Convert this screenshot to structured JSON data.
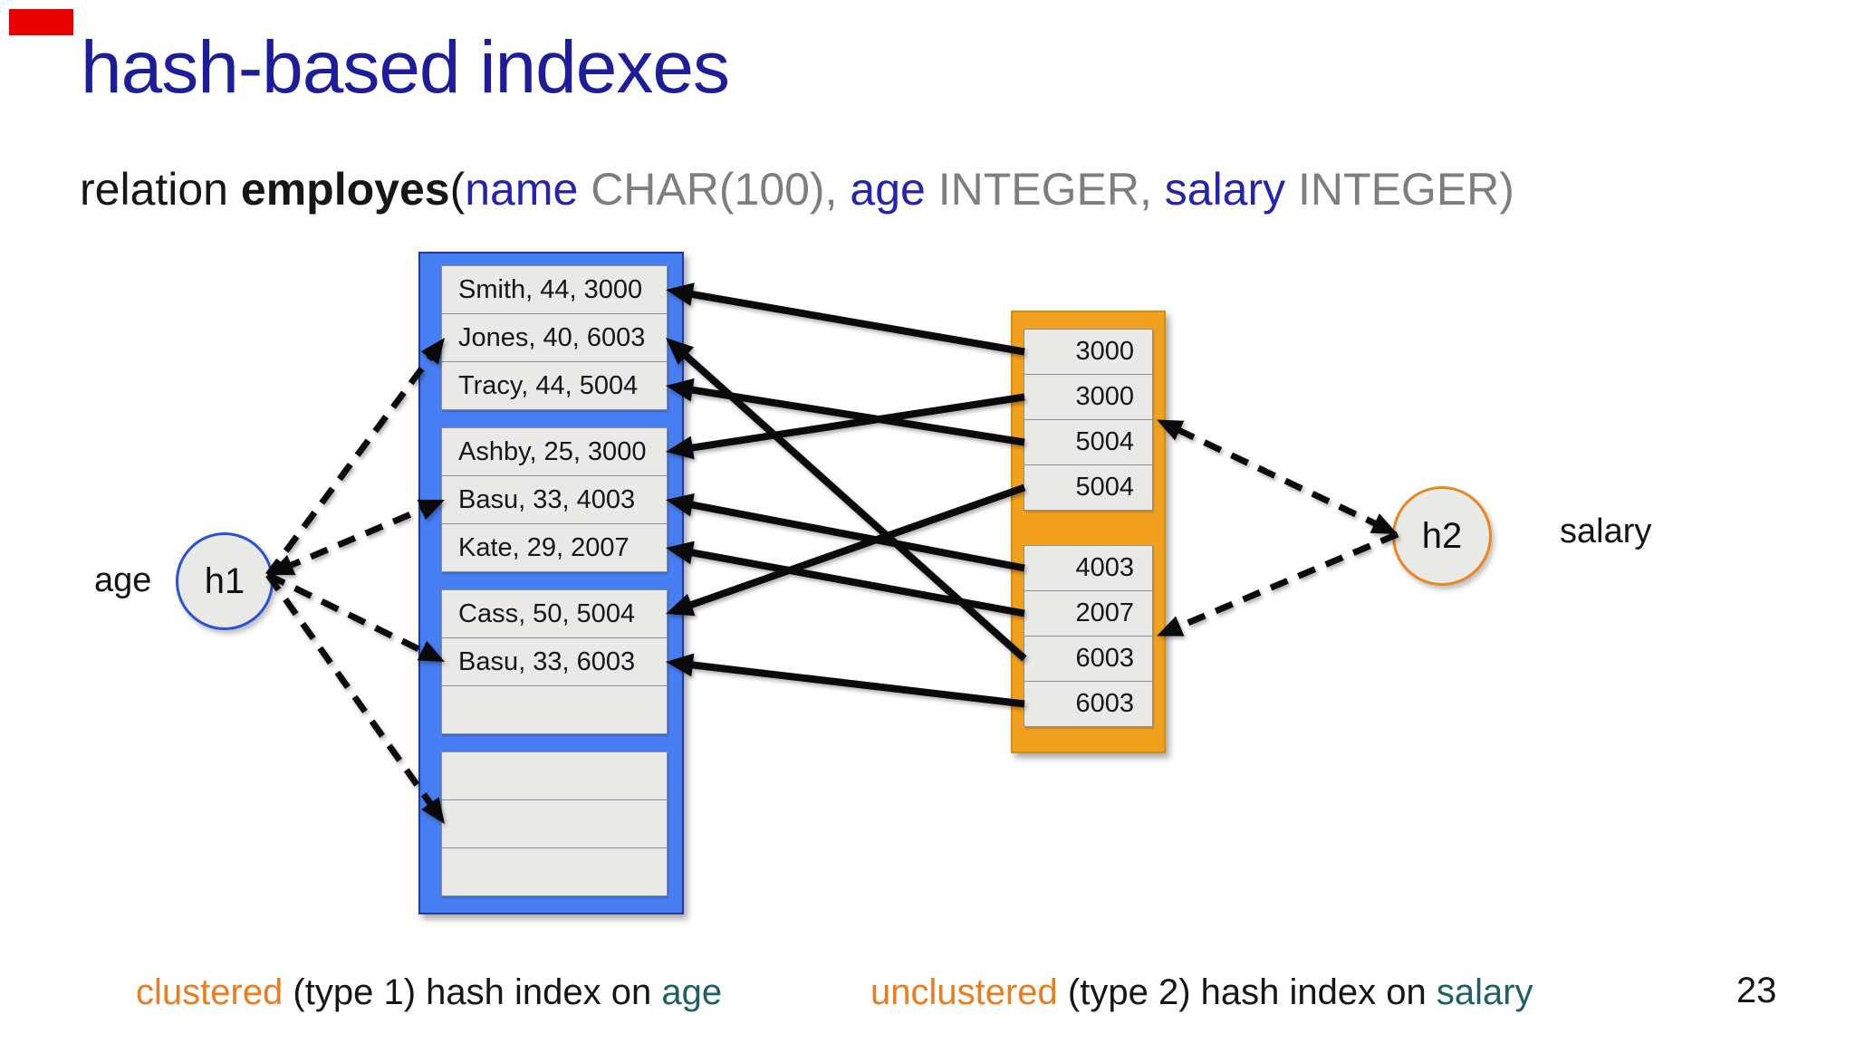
{
  "title": "hash-based indexes",
  "page_number": "23",
  "relation": {
    "segments": [
      {
        "text": "relation ",
        "style": "black"
      },
      {
        "text": "employes",
        "style": "bold"
      },
      {
        "text": "(",
        "style": "black"
      },
      {
        "text": "name",
        "style": "blue"
      },
      {
        "text": " CHAR(100)",
        "style": "gray"
      },
      {
        "text": ", ",
        "style": "gray"
      },
      {
        "text": "age",
        "style": "blue"
      },
      {
        "text": " INTEGER",
        "style": "gray"
      },
      {
        "text": ", ",
        "style": "gray"
      },
      {
        "text": "salary",
        "style": "blue"
      },
      {
        "text": " INTEGER",
        "style": "gray"
      },
      {
        "text": ")",
        "style": "gray"
      }
    ]
  },
  "record_file": {
    "buckets": [
      [
        "Smith, 44, 3000",
        "Jones, 40, 6003",
        "Tracy, 44, 5004"
      ],
      [
        "Ashby, 25, 3000",
        "Basu, 33, 4003",
        "Kate, 29, 2007"
      ],
      [
        "Cass, 50, 5004",
        "Basu, 33, 6003",
        ""
      ],
      [
        "",
        "",
        ""
      ]
    ]
  },
  "salary_index": {
    "buckets": [
      [
        "3000",
        "3000",
        "5004",
        "5004"
      ],
      [
        "4003",
        "2007",
        "6003",
        "6003"
      ]
    ]
  },
  "hash_nodes": {
    "h1": {
      "label": "h1",
      "key": "age"
    },
    "h2": {
      "label": "h2",
      "key": "salary"
    }
  },
  "arrows": {
    "salary_to_record": [
      {
        "from": [
          0,
          0
        ],
        "to": [
          0,
          0
        ]
      },
      {
        "from": [
          0,
          1
        ],
        "to": [
          1,
          0
        ]
      },
      {
        "from": [
          0,
          2
        ],
        "to": [
          0,
          2
        ]
      },
      {
        "from": [
          0,
          3
        ],
        "to": [
          2,
          0
        ]
      },
      {
        "from": [
          1,
          0
        ],
        "to": [
          1,
          1
        ]
      },
      {
        "from": [
          1,
          1
        ],
        "to": [
          1,
          2
        ]
      },
      {
        "from": [
          1,
          2
        ],
        "to": [
          0,
          1
        ]
      },
      {
        "from": [
          1,
          3
        ],
        "to": [
          2,
          1
        ]
      }
    ],
    "h1_to_buckets": [
      {
        "bucket": 0
      },
      {
        "bucket": 1,
        "double_headed": true
      },
      {
        "bucket": 2
      },
      {
        "bucket": 3
      }
    ],
    "h2_to_buckets": [
      {
        "bucket": 0,
        "double_headed": true
      },
      {
        "bucket": 1
      }
    ]
  },
  "captions": [
    {
      "segments": [
        {
          "text": "clustered",
          "style": "orange"
        },
        {
          "text": " (type 1) hash index on ",
          "style": "black"
        },
        {
          "text": "age",
          "style": "teal"
        }
      ]
    },
    {
      "segments": [
        {
          "text": "unclustered",
          "style": "orange"
        },
        {
          "text": " (type 2) hash index on ",
          "style": "black"
        },
        {
          "text": "salary",
          "style": "teal"
        }
      ]
    }
  ],
  "colors": {
    "badge_red": "#e80000",
    "title_navy": "#1d1d9c",
    "keyword_blue": "#2424ad",
    "type_gray": "#7e7e7e",
    "file_box_blue": "#477ef3",
    "file_box_border": "#203a9d",
    "index_box_orange": "#f2a11e",
    "index_box_border": "#d98d06",
    "cell_gray": "#e9e9e7",
    "cell_border": "#8e8e8e",
    "h1_ring_blue": "#2b52d6",
    "h2_ring_orange": "#e8881f",
    "caption_orange": "#ec7c20",
    "caption_teal": "#1e5f63",
    "arrow_black": "#0a0a0a"
  }
}
